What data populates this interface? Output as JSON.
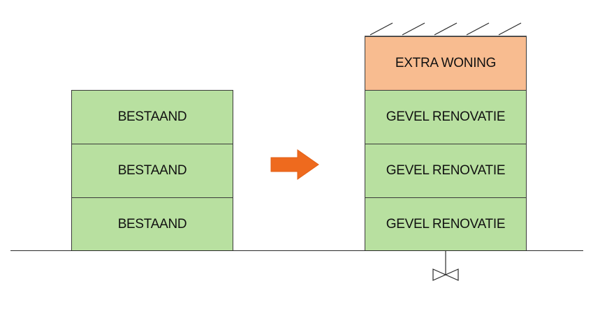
{
  "existing": {
    "floors": [
      "BESTAAND",
      "BESTAAND",
      "BESTAAND"
    ]
  },
  "renovated": {
    "extra": "EXTRA WONING",
    "floors": [
      "GEVEL RENOVATIE",
      "GEVEL RENOVATIE",
      "GEVEL RENOVATIE"
    ]
  },
  "colors": {
    "existing_fill": "#b8e0a0",
    "extra_fill": "#f8bc90",
    "arrow": "#ee6a1e",
    "line": "#2a2a2a"
  },
  "icons": {
    "transition": "right-arrow-icon",
    "roof": "roof-hatching-icon",
    "connection": "valve-icon"
  }
}
